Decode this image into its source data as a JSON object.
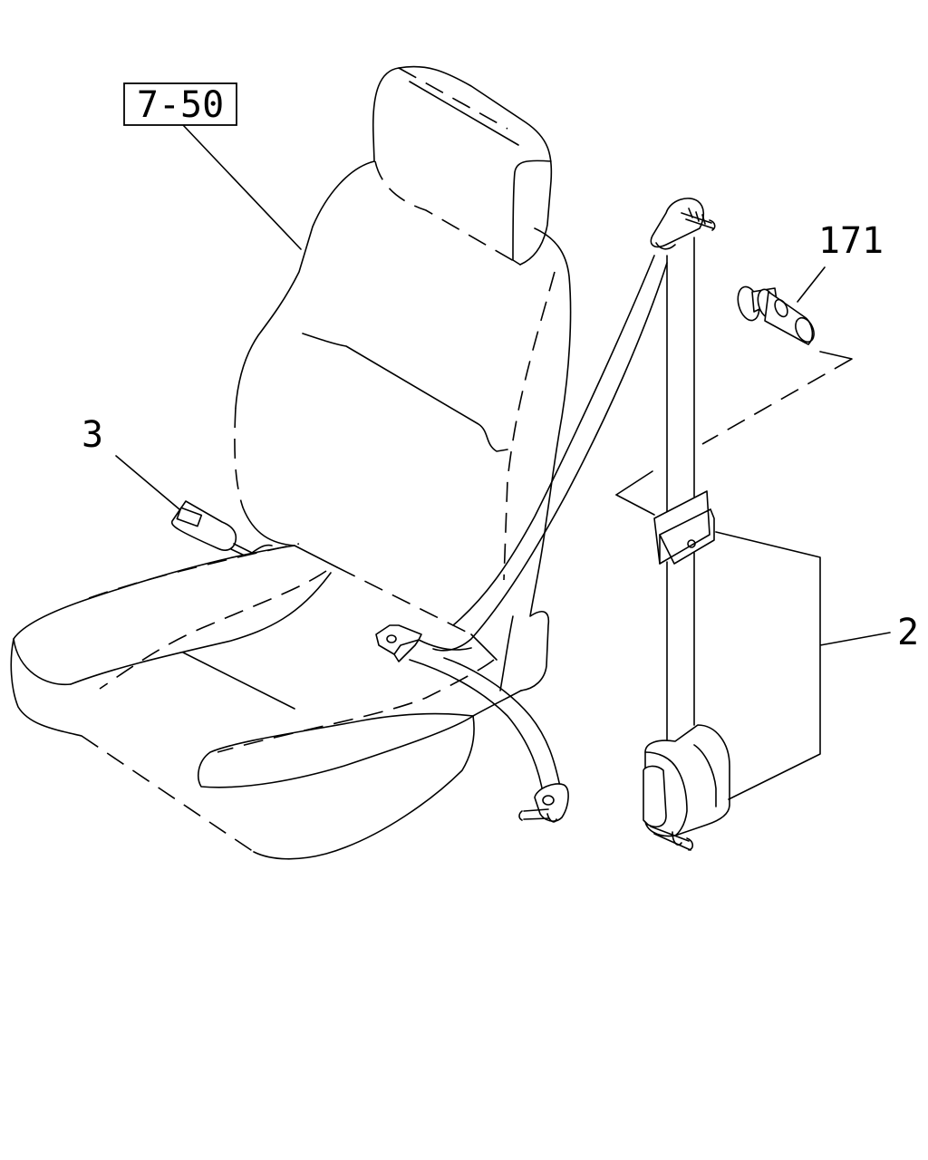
{
  "diagram": {
    "labels": {
      "seat_ref": "7-50",
      "buckle": "3",
      "bolt": "171",
      "belt_assembly": "2"
    }
  }
}
